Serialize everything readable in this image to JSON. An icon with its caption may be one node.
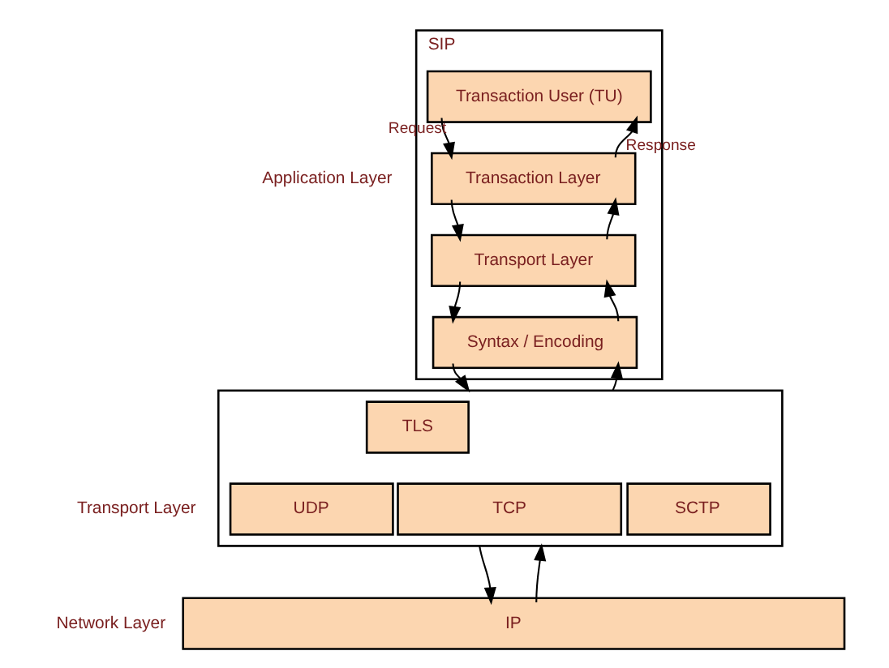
{
  "diagram": {
    "nodes": [
      {
        "text": [
          "SIP"
        ]
      },
      {
        "text": [
          "Transaction User (TU)"
        ],
        "in": 0
      },
      {
        "text": [
          "Transaction Layer"
        ],
        "in": 0
      },
      {
        "text": [
          "Transport Layer"
        ],
        "in": 0
      },
      {
        "text": [
          "Syntax / Encoding"
        ],
        "in": 0
      },
      {
        "text": [],
        "shape": "box"
      },
      {
        "text": [
          "TLS"
        ],
        "in": 5
      },
      {
        "text": [
          "UDP"
        ],
        "in": 5
      },
      {
        "text": [
          "TCP"
        ],
        "in": 5
      },
      {
        "text": [
          "SCTP"
        ],
        "in": 5
      },
      {
        "text": [
          "IP"
        ]
      }
    ],
    "edges": [
      {
        "from": 1,
        "to": 2,
        "arrow": "to",
        "label": "Request"
      },
      {
        "from": 2,
        "to": 1,
        "arrow": "to",
        "label": "Response"
      },
      {
        "from": 2,
        "to": 3,
        "arrow": "to"
      },
      {
        "from": 3,
        "to": 2,
        "arrow": "to"
      },
      {
        "from": 3,
        "to": 4,
        "arrow": "to"
      },
      {
        "from": 4,
        "to": 3,
        "arrow": "to"
      },
      {
        "from": 4,
        "to": 5,
        "arrow": "to"
      },
      {
        "from": 5,
        "to": 4,
        "arrow": "to"
      },
      {
        "from": 5,
        "to": 10,
        "arrow": "to"
      },
      {
        "from": 10,
        "to": 5,
        "arrow": "to"
      }
    ],
    "labels": [
      "Application Layer",
      "Transport Layer",
      "Network Layer"
    ]
  }
}
